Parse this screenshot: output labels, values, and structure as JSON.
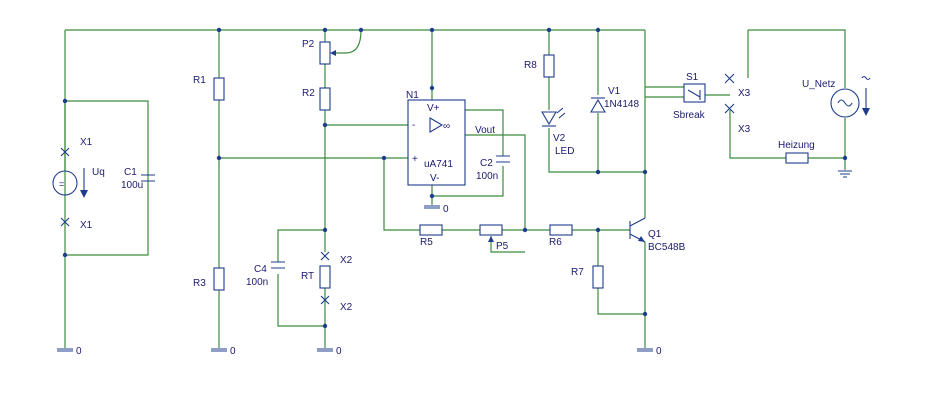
{
  "labels": {
    "x1_top": "X1",
    "x1_bot": "X1",
    "uq": "Uq",
    "c1": "C1",
    "c1_val": "100u",
    "r1": "R1",
    "r3": "R3",
    "p2": "P2",
    "r2": "R2",
    "c4": "C4",
    "c4_val": "100n",
    "rt": "RT",
    "x2_top": "X2",
    "x2_bot": "X2",
    "n1": "N1",
    "vplus": "V+",
    "vminus": "V-",
    "minus": "-",
    "plus": "+",
    "inf": "∞",
    "vout": "Vout",
    "ua741": "uA741",
    "c2": "C2",
    "c2_val": "100n",
    "r5": "R5",
    "p5": "P5",
    "r6": "R6",
    "r7": "R7",
    "r8": "R8",
    "v2": "V2",
    "led": "LED",
    "v1": "V1",
    "d_val": "1N4148",
    "q1": "Q1",
    "q_val": "BC548B",
    "s1": "S1",
    "sbreak": "Sbreak",
    "x3_top": "X3",
    "x3_bot": "X3",
    "unetz": "U_Netz",
    "heizung": "Heizung",
    "gnd": "0"
  }
}
